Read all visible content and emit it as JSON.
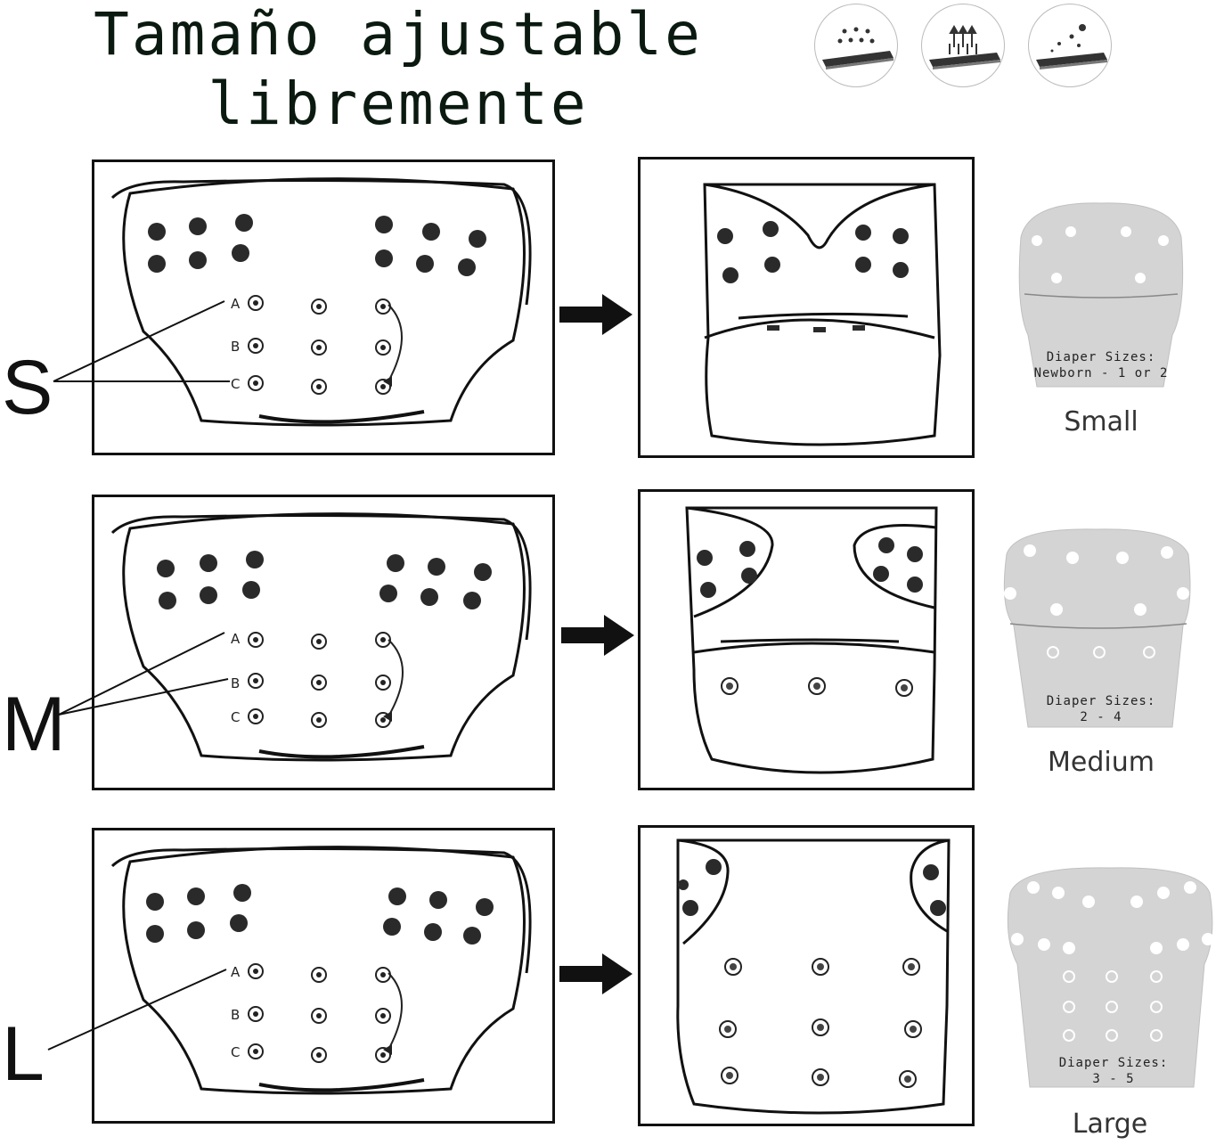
{
  "title": {
    "line1": "Tamaño ajustable",
    "line2": "libremente"
  },
  "icons": [
    "waterproof-icon",
    "breathable-icon",
    "stain-resistant-icon"
  ],
  "rows": [
    {
      "letter": "S",
      "snap_labels": [
        "A",
        "B",
        "C"
      ],
      "caption_line1": "Diaper Sizes:",
      "caption_line2": "Newborn - 1 or 2",
      "size_name": "Small"
    },
    {
      "letter": "M",
      "snap_labels": [
        "A",
        "B",
        "C"
      ],
      "caption_line1": "Diaper Sizes:",
      "caption_line2": "2 - 4",
      "size_name": "Medium"
    },
    {
      "letter": "L",
      "snap_labels": [
        "A",
        "B",
        "C"
      ],
      "caption_line1": "Diaper Sizes:",
      "caption_line2": "3 - 5",
      "size_name": "Large"
    }
  ],
  "colors": {
    "ink": "#111111",
    "gray_fill": "#d4d4d4"
  }
}
